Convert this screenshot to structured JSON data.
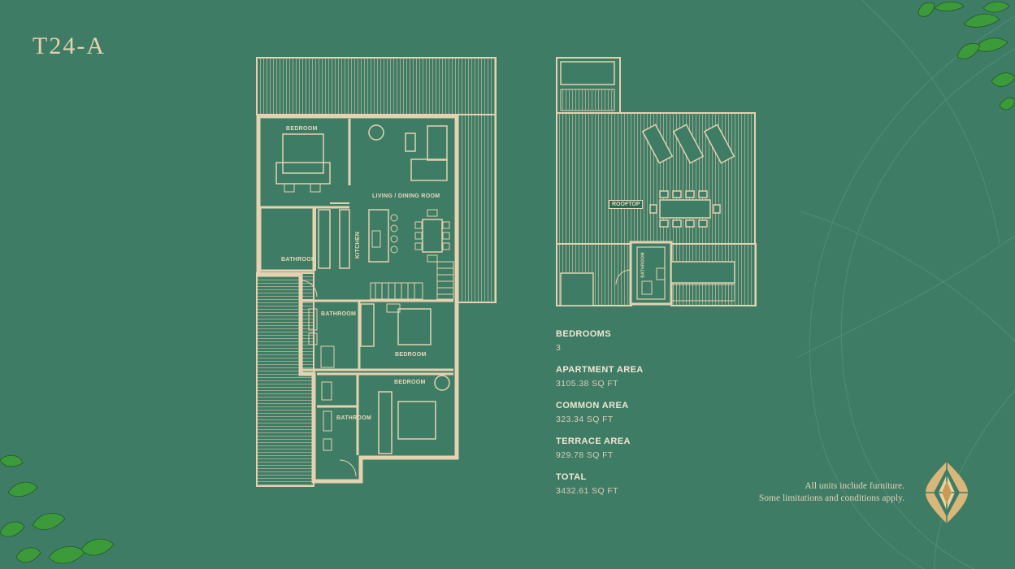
{
  "unit": {
    "title": "T24-A"
  },
  "rooms": {
    "bedroom_1": "BEDROOM",
    "living_dining": "LIVING / DINING ROOM",
    "kitchen": "KITCHEN",
    "bathroom_1": "BATHROOM",
    "bathroom_2": "BATHROOM",
    "bedroom_2": "BEDROOM",
    "bedroom_3": "BEDROOM",
    "bathroom_3": "BATHROOM",
    "rooftop": "ROOFTOP",
    "bathroom_roof": "BATHROOM"
  },
  "stats": [
    {
      "label": "BEDROOMS",
      "value": "3"
    },
    {
      "label": "APARTMENT AREA",
      "value": "3105.38  SQ FT"
    },
    {
      "label": "COMMON AREA",
      "value": "323.34 SQ FT"
    },
    {
      "label": "TERRACE AREA",
      "value": "929.78 SQ FT"
    },
    {
      "label": "TOTAL",
      "value": "3432.61 SQ FT"
    }
  ],
  "disclaimer": {
    "line1": "All units include furniture.",
    "line2": "Some limitations and conditions apply."
  },
  "colors": {
    "background": "#3f7c66",
    "plan_line": "#e4d2b0",
    "accent": "#d9b77a"
  },
  "icons": {
    "emblem": "diamond-emblem-icon",
    "leaves": "leaf-decoration-icon"
  }
}
